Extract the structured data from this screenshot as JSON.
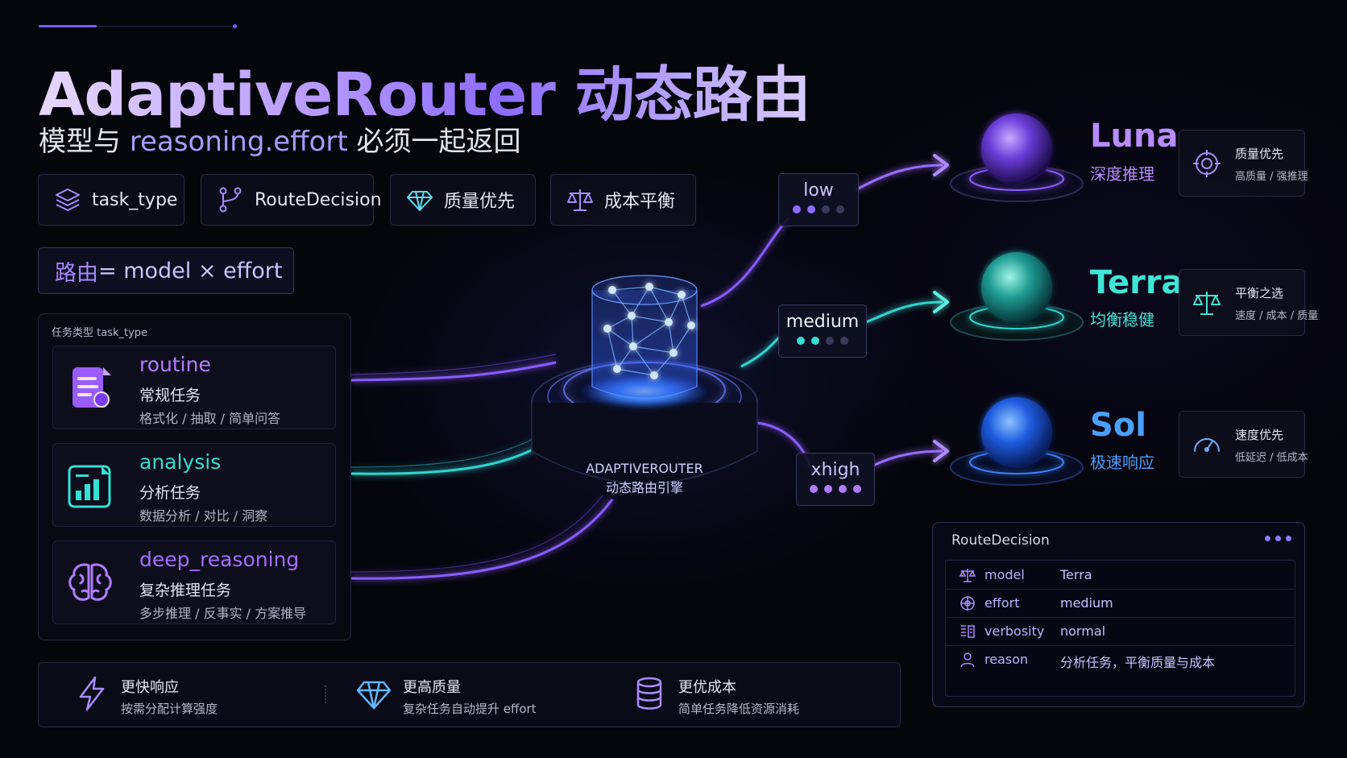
{
  "header": {
    "title": "AdaptiveRouter 动态路由",
    "subtitle_pre": "模型与 ",
    "subtitle_hl": "reasoning.effort",
    "subtitle_post": " 必须一起返回"
  },
  "chips": [
    {
      "label": "task_type",
      "icon": "layers-icon"
    },
    {
      "label": "RouteDecision",
      "icon": "route-icon"
    },
    {
      "label": "质量优先",
      "icon": "diamond-icon"
    },
    {
      "label": "成本平衡",
      "icon": "scale-icon"
    }
  ],
  "formula": {
    "prefix": "路由",
    "rest": " = model × effort"
  },
  "task_panel": {
    "title": "任务类型  task_type",
    "tasks": [
      {
        "name": "routine",
        "sub": "常规任务",
        "desc": "格式化 / 抽取 / 简单问答",
        "color": "#b37cff",
        "icon": "document-icon"
      },
      {
        "name": "analysis",
        "sub": "分析任务",
        "desc": "数据分析 / 对比 / 洞察",
        "color": "#33e0d2",
        "icon": "bar-chart-icon"
      },
      {
        "name": "deep_reasoning",
        "sub": "复杂推理任务",
        "desc": "多步推理 / 反事实 / 方案推导",
        "color": "#a86cff",
        "icon": "brain-icon"
      }
    ]
  },
  "engine": {
    "line1": "ADAPTIVEROUTER",
    "line2": "动态路由引擎"
  },
  "effort_tags": [
    {
      "label": "low",
      "level": 2,
      "color": "#8f6cff"
    },
    {
      "label": "medium",
      "level": 2,
      "color": "#33e0d2"
    },
    {
      "label": "xhigh",
      "level": 4,
      "color": "#b07cff"
    }
  ],
  "models": [
    {
      "name": "Luna",
      "sub": "深度推理",
      "color": "#b98cff",
      "feature_title": "质量优先",
      "feature_desc": "高质量 / 强推理",
      "feature_icon": "target-icon"
    },
    {
      "name": "Terra",
      "sub": "均衡稳健",
      "color": "#3fe6d6",
      "feature_title": "平衡之选",
      "feature_desc": "速度 / 成本 / 质量",
      "feature_icon": "scale-icon"
    },
    {
      "name": "Sol",
      "sub": "极速响应",
      "color": "#4aa0ff",
      "feature_title": "速度优先",
      "feature_desc": "低延迟 / 低成本",
      "feature_icon": "gauge-icon"
    }
  ],
  "decision": {
    "title": "RouteDecision",
    "rows": [
      {
        "key": "model",
        "value": "Terra",
        "icon": "scale-icon"
      },
      {
        "key": "effort",
        "value": "medium",
        "icon": "compass-icon"
      },
      {
        "key": "verbosity",
        "value": "normal",
        "icon": "text-lines-icon"
      },
      {
        "key": "reason",
        "value": "分析任务，平衡质量与成本",
        "icon": "user-icon"
      }
    ]
  },
  "benefits": [
    {
      "title": "更快响应",
      "desc": "按需分配计算强度",
      "icon": "lightning-icon"
    },
    {
      "title": "更高质量",
      "desc": "复杂任务自动提升 effort",
      "icon": "diamond-icon"
    },
    {
      "title": "更优成本",
      "desc": "简单任务降低资源消耗",
      "icon": "database-icon"
    }
  ]
}
